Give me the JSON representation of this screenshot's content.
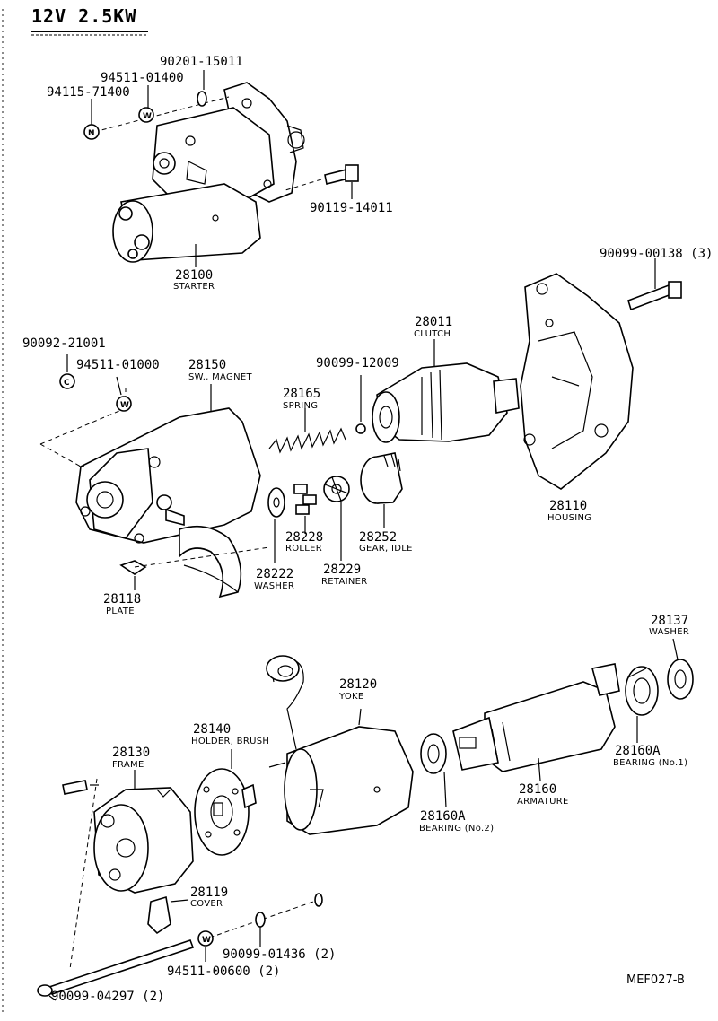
{
  "title": "12V 2.5KW",
  "reference": "MEF027-B",
  "groups": {
    "starter": [
      {
        "part": "90201-15011",
        "name": ""
      },
      {
        "part": "94511-01400",
        "name": ""
      },
      {
        "part": "94115-71400",
        "name": ""
      },
      {
        "part": "90119-14011",
        "name": ""
      },
      {
        "part": "28100",
        "name": "STARTER"
      }
    ],
    "middle": [
      {
        "part": "90099-00138 (3)",
        "name": ""
      },
      {
        "part": "90092-21001",
        "name": ""
      },
      {
        "part": "94511-01000",
        "name": ""
      },
      {
        "part": "28150",
        "name": "SW., MAGNET"
      },
      {
        "part": "90099-12009",
        "name": ""
      },
      {
        "part": "28011",
        "name": "CLUTCH"
      },
      {
        "part": "28165",
        "name": "SPRING"
      },
      {
        "part": "28110",
        "name": "HOUSING"
      },
      {
        "part": "28228",
        "name": "ROLLER"
      },
      {
        "part": "28252",
        "name": "GEAR, IDLE"
      },
      {
        "part": "28222",
        "name": "WASHER"
      },
      {
        "part": "28229",
        "name": "RETAINER"
      },
      {
        "part": "28118",
        "name": "PLATE"
      }
    ],
    "bottom": [
      {
        "part": "28137",
        "name": "WASHER"
      },
      {
        "part": "28120",
        "name": "YOKE"
      },
      {
        "part": "28140",
        "name": "HOLDER, BRUSH"
      },
      {
        "part": "28130",
        "name": "FRAME"
      },
      {
        "part": "28160A",
        "name": "BEARING (No.1)"
      },
      {
        "part": "28160",
        "name": "ARMATURE"
      },
      {
        "part": "28160A",
        "name": "BEARING (No.2)"
      },
      {
        "part": "28119",
        "name": "COVER"
      },
      {
        "part": "90099-01436 (2)",
        "name": ""
      },
      {
        "part": "94511-00600 (2)",
        "name": ""
      },
      {
        "part": "90099-04297 (2)",
        "name": ""
      }
    ]
  },
  "symbols": {
    "washer_mark": "W",
    "nut_mark": "N",
    "cap_mark": "C"
  }
}
